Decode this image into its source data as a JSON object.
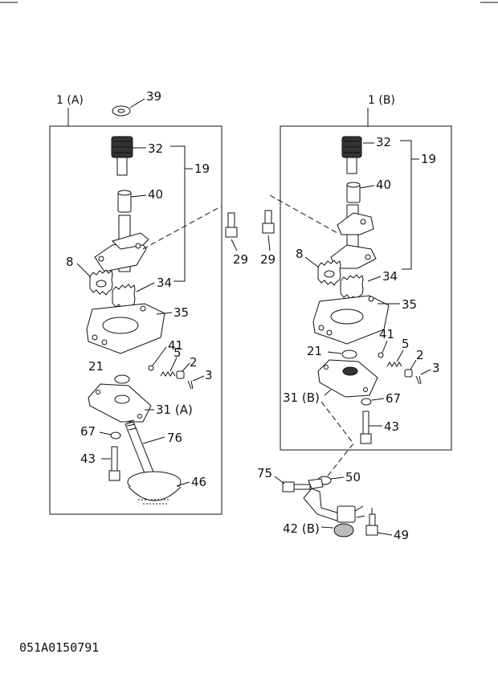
{
  "diagram": {
    "drawing_code": "051A0150791",
    "assemblies": [
      {
        "id": "A",
        "label": "1 (A)"
      },
      {
        "id": "B",
        "label": "1 (B)"
      }
    ],
    "callouts": {
      "a_39": "39",
      "a_32": "32",
      "a_19": "19",
      "a_40": "40",
      "a_8": "8",
      "a_34": "34",
      "a_35": "35",
      "a_41": "41",
      "a_5": "5",
      "a_2": "2",
      "a_3": "3",
      "a_21": "21",
      "a_31": "31 (A)",
      "a_67": "67",
      "a_76": "76",
      "a_43": "43",
      "a_46": "46",
      "m_29a": "29",
      "m_29b": "29",
      "b_32": "32",
      "b_19": "19",
      "b_40": "40",
      "b_8": "8",
      "b_34": "34",
      "b_35": "35",
      "b_41": "41",
      "b_5": "5",
      "b_21": "21",
      "b_2": "2",
      "b_3": "3",
      "b_31": "31 (B)",
      "b_67": "67",
      "b_43": "43",
      "c_75": "75",
      "c_50": "50",
      "c_42": "42 (B)",
      "c_49": "49"
    }
  }
}
